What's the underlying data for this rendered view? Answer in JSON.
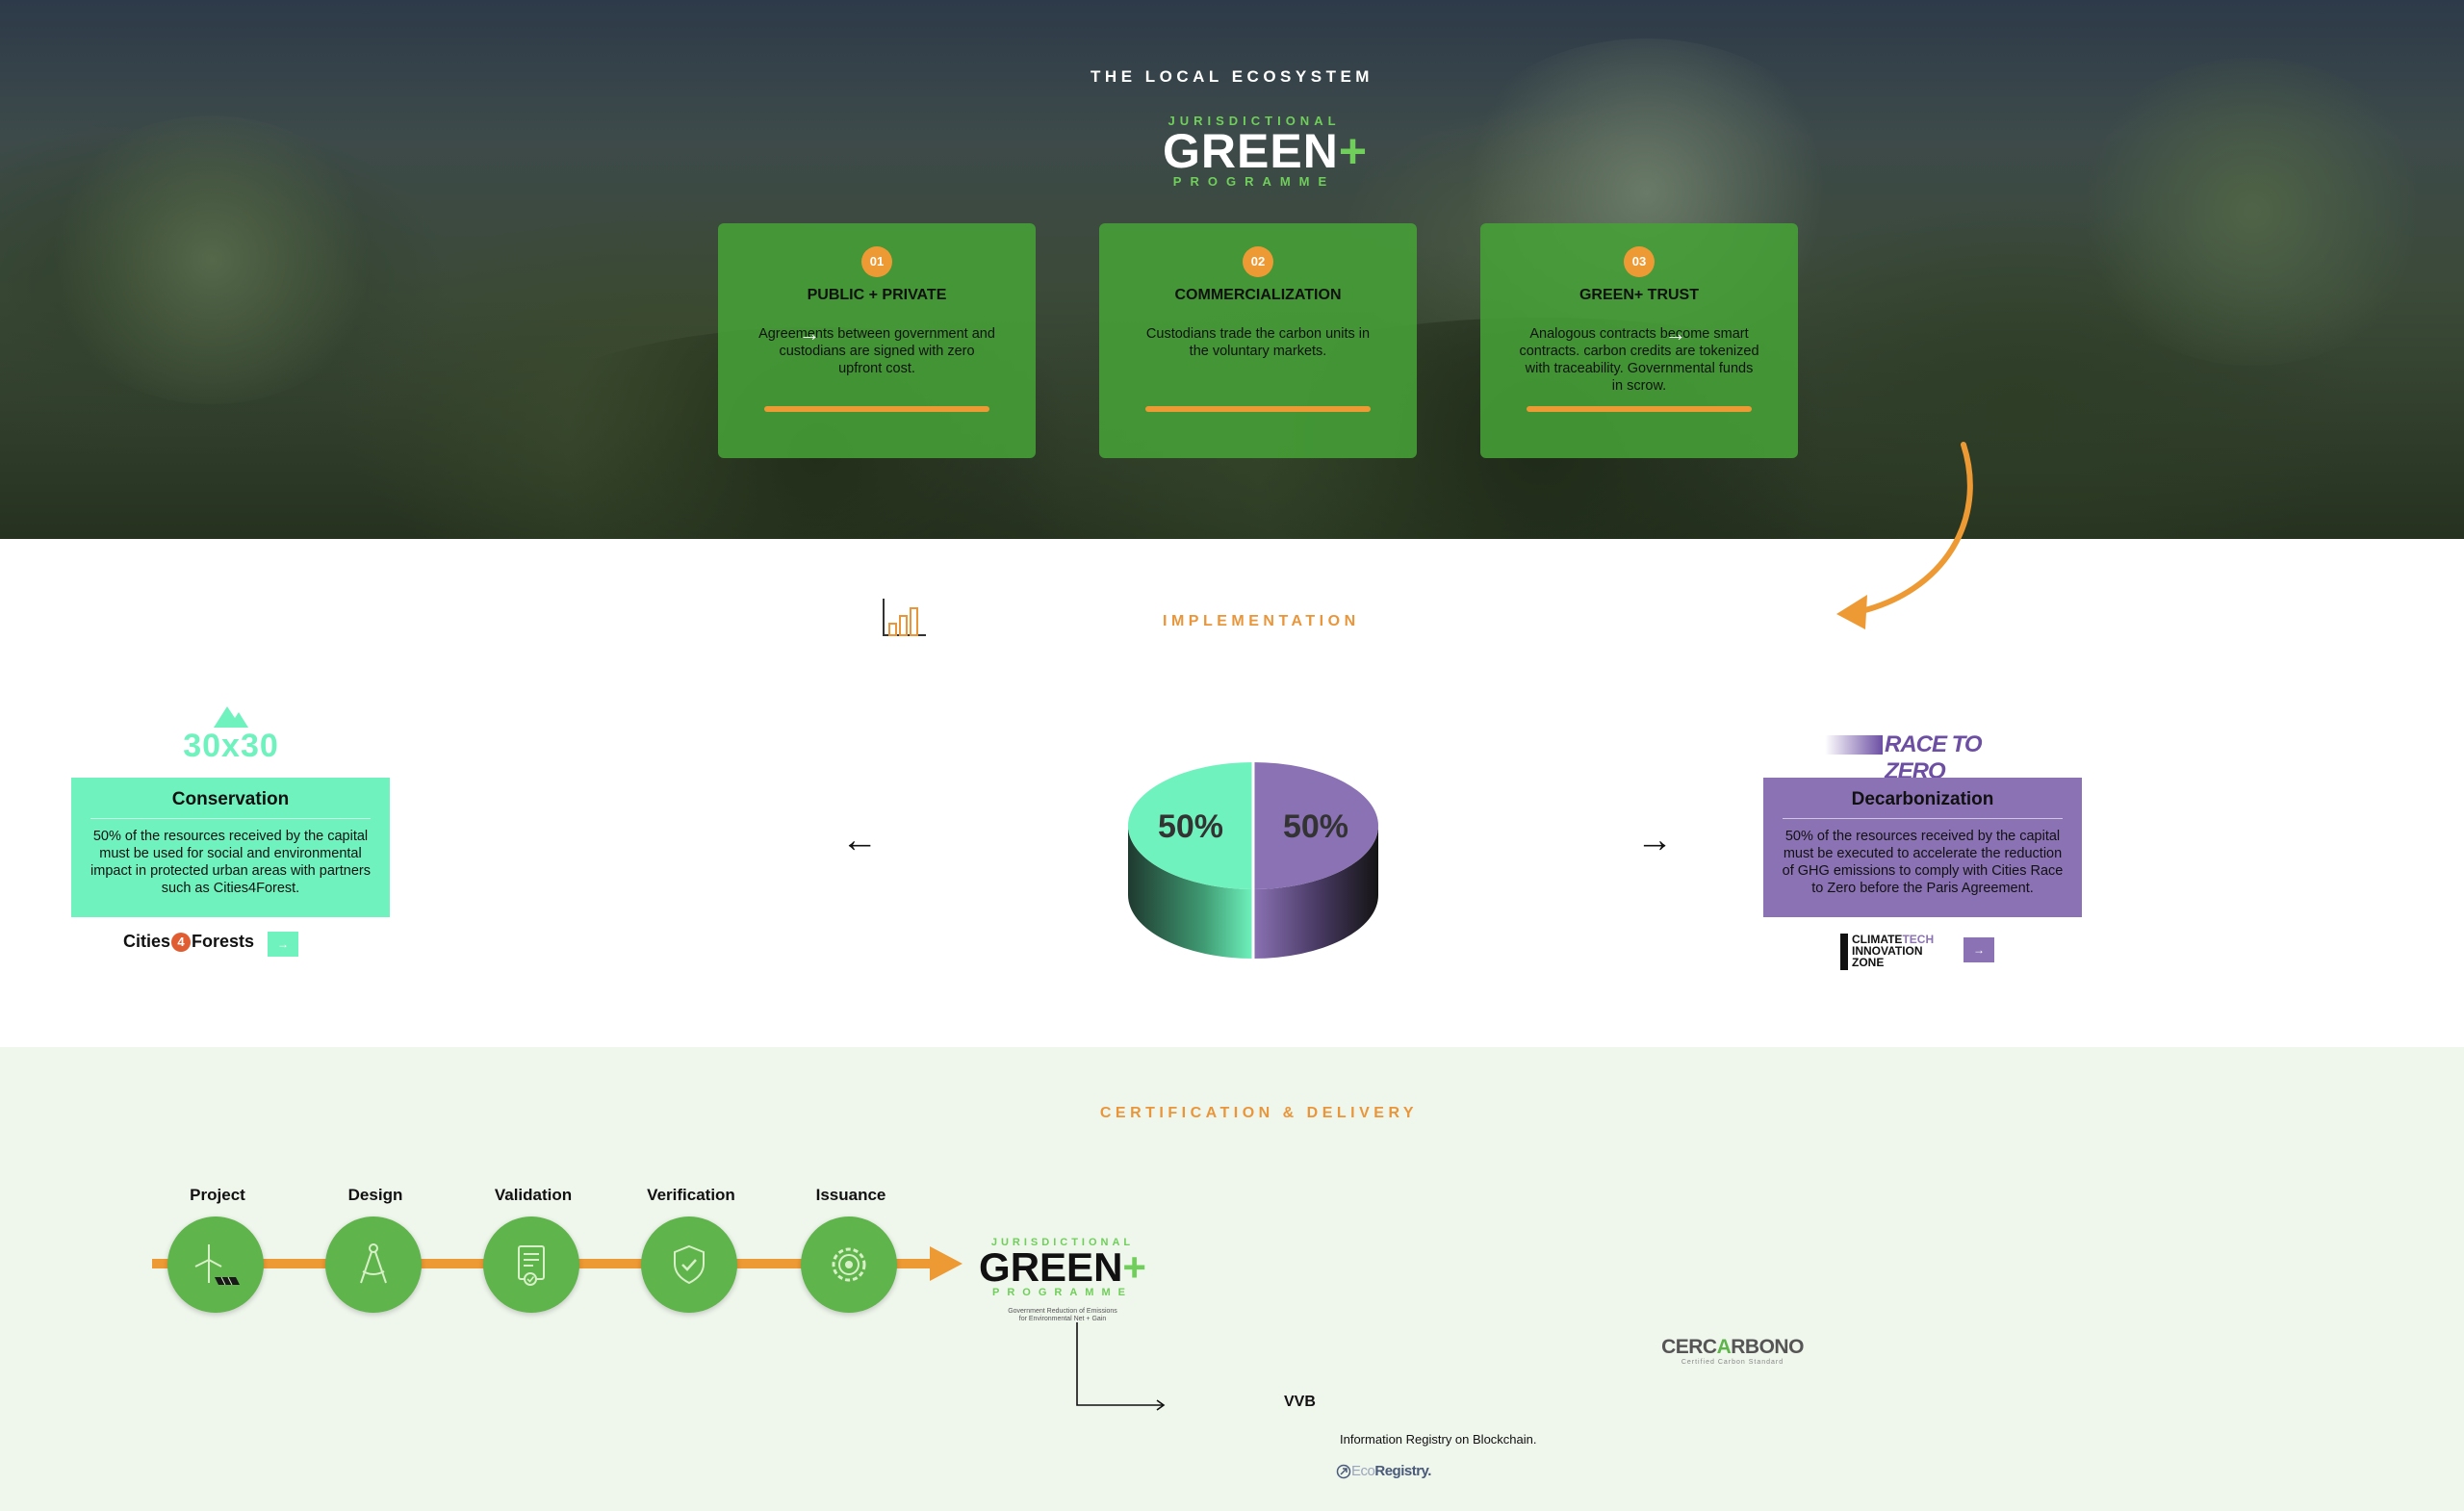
{
  "hero": {
    "title": "THE LOCAL ECOSYSTEM",
    "logo": {
      "top": "JURISDICTIONAL",
      "main": "GREEN",
      "plus": "+",
      "bottom": "PROGRAMME"
    },
    "cards": [
      {
        "num": "01",
        "title": "PUBLIC  +  PRIVATE",
        "text": "Agreements between government and custodians are signed with zero upfront cost."
      },
      {
        "num": "02",
        "title": "COMMERCIALIZATION",
        "text": "Custodians trade the carbon units in the voluntary markets."
      },
      {
        "num": "03",
        "title": "GREEN+ TRUST",
        "text": "Analogous contracts become smart contracts. carbon credits are tokenized with traceability. Governmental funds in scrow."
      }
    ],
    "card_arrow": "→"
  },
  "implementation": {
    "title": "IMPLEMENTATION",
    "left_logo": "30x30",
    "conservation": {
      "title": "Conservation",
      "text": "50% of the resources received by the capital must be used for social and environmental impact in protected urban areas with partners such as Cities4Forest.",
      "partner_logo": {
        "pre": "Cities",
        "mid": "4",
        "post": "Forests"
      },
      "button": "→"
    },
    "decarbonization": {
      "title": "Decarbonization",
      "text": "50% of the resources received by the capital must be executed to accelerate the reduction of GHG emissions to comply with Cities Race to Zero before the Paris Agreement.",
      "logo": "RACE TO ZERO",
      "partner_logo": {
        "line1": "CLIMATE",
        "line1b": "TECH",
        "line2": "INNOVATION",
        "line3": "ZONE"
      },
      "button": "→"
    },
    "arrow_left": "←",
    "arrow_right": "→",
    "colors": {
      "conservation": "#6ff2bd",
      "decarbonization": "#8b72b4",
      "accent": "#e9963b"
    }
  },
  "chart_data": {
    "type": "pie",
    "categories": [
      "Conservation",
      "Decarbonization"
    ],
    "values": [
      50,
      50
    ],
    "labels": [
      "50%",
      "50%"
    ],
    "colors": [
      "#6ff2bd",
      "#8b72b4"
    ]
  },
  "certification": {
    "title": "CERTIFICATION & DELIVERY",
    "steps": [
      {
        "label": "Project",
        "icon": "wind-solar-icon"
      },
      {
        "label": "Design",
        "icon": "compass-icon"
      },
      {
        "label": "Validation",
        "icon": "document-check-icon"
      },
      {
        "label": "Verification",
        "icon": "shield-check-icon"
      },
      {
        "label": "Issuance",
        "icon": "gear-icon"
      }
    ],
    "logo": {
      "top": "JURISDICTIONAL",
      "main": "GREEN",
      "plus": "+",
      "bottom": "PROGRAMME",
      "tagline1": "Government Reduction of Emissions",
      "tagline2": "for Environmental Net + Gain"
    },
    "vvb": "VVB",
    "cercarbono": {
      "pre": "CERC",
      "o": "A",
      "post": "RBONO",
      "sub": "Certified Carbon Standard"
    },
    "registry_text": "Information Registry on Blockchain.",
    "ecoregistry": {
      "eco": "Eco",
      "reg": "Registry."
    }
  }
}
